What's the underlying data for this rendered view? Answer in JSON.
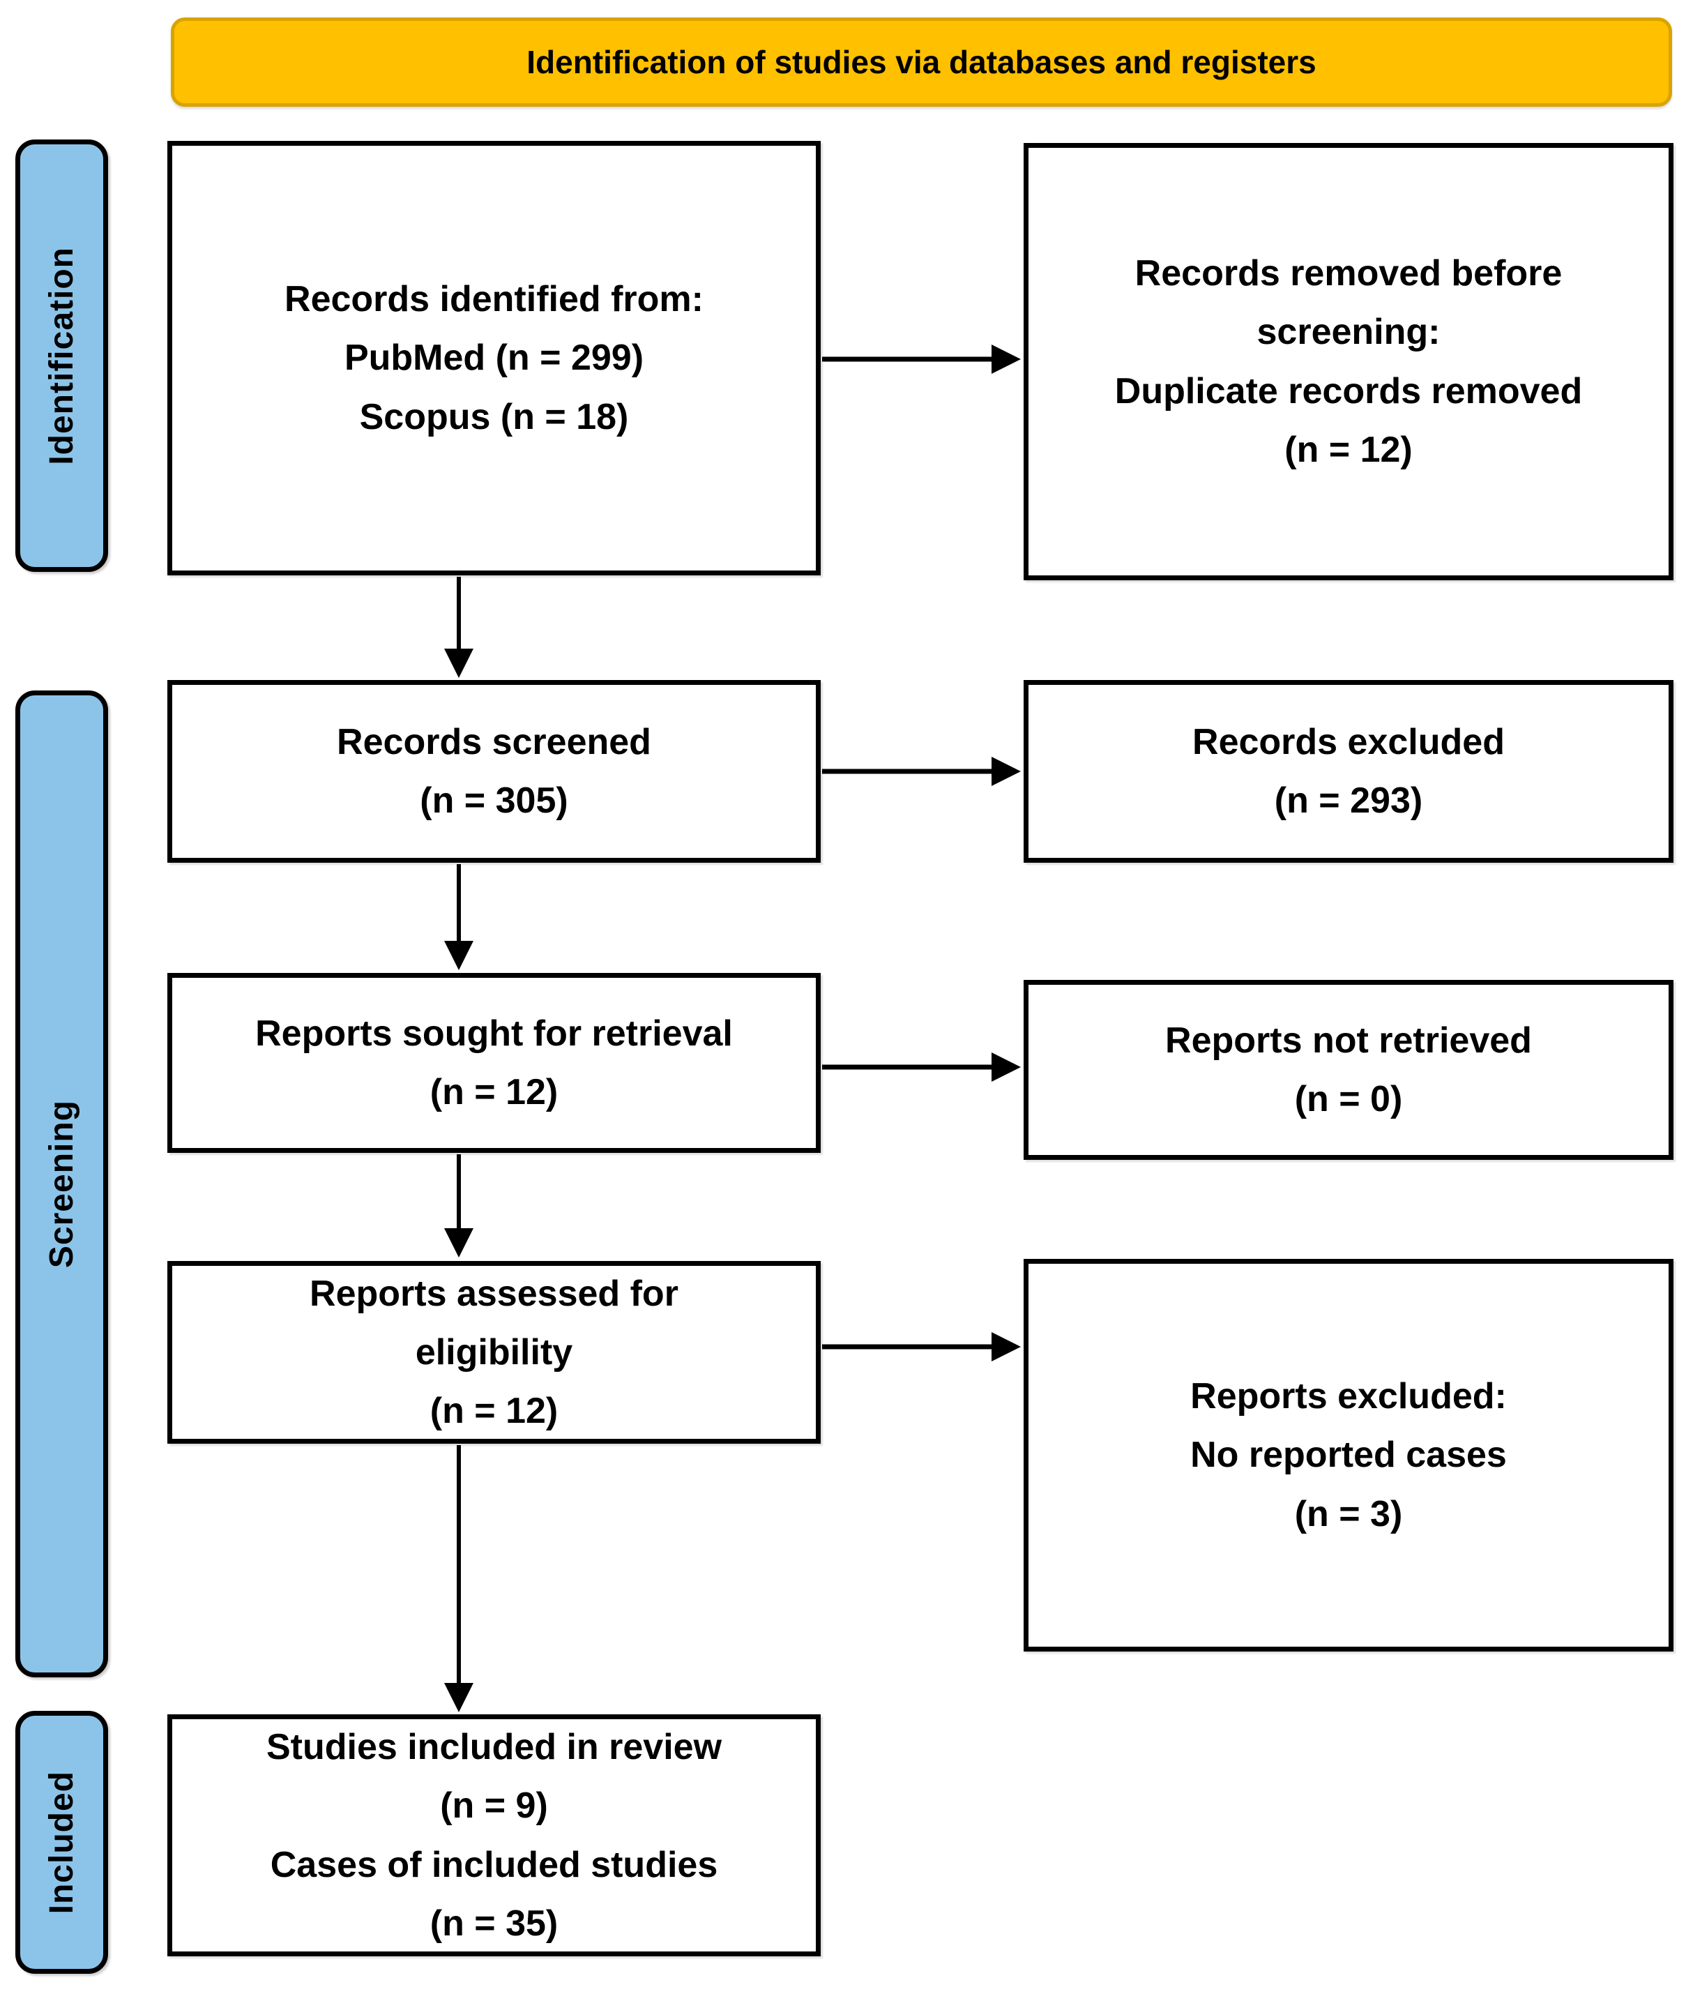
{
  "title_banner": {
    "label": "Identification of studies via databases and registers"
  },
  "stages": {
    "identification": {
      "label": "Identification"
    },
    "screening": {
      "label": "Screening"
    },
    "included": {
      "label": "Included"
    }
  },
  "flow": {
    "records_identified": {
      "lines": [
        "Records identified from:",
        "PubMed (n = 299)",
        "Scopus (n = 18)"
      ]
    },
    "records_removed": {
      "lines": [
        "Records removed before",
        "screening:",
        "Duplicate records removed",
        "(n = 12)"
      ]
    },
    "records_screened": {
      "lines": [
        "Records screened",
        "(n = 305)"
      ]
    },
    "records_excluded": {
      "lines": [
        "Records excluded",
        "(n = 293)"
      ]
    },
    "reports_sought": {
      "lines": [
        "Reports sought for retrieval",
        "(n = 12)"
      ]
    },
    "reports_not_retrieved": {
      "lines": [
        "Reports not retrieved",
        "(n = 0)"
      ]
    },
    "reports_assessed": {
      "lines": [
        "Reports assessed for",
        "eligibility",
        "(n = 12)"
      ]
    },
    "reports_excluded": {
      "lines": [
        "Reports excluded:",
        "No reported cases",
        "(n = 3)"
      ]
    },
    "studies_included": {
      "lines": [
        "Studies included in review",
        "(n = 9)",
        "Cases of included studies",
        "(n = 35)"
      ]
    }
  },
  "palette": {
    "banner_fill": "#FFC000",
    "banner_border": "#D9A300",
    "stage_fill": "#8CC4E9",
    "stage_border": "#000000",
    "box_border": "#000000",
    "arrow_color": "#000000",
    "background": "#FFFFFF"
  }
}
